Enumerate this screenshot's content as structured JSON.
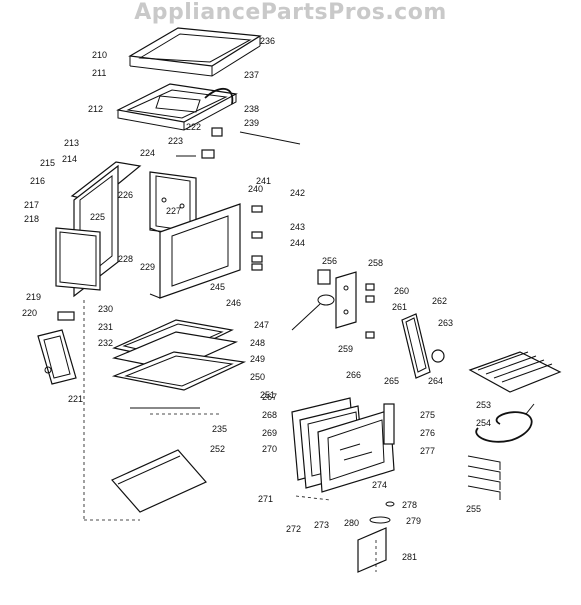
{
  "watermark": "AppliancePartsPros.com",
  "diagram": {
    "parts": [
      {
        "label": "210"
      },
      {
        "label": "211"
      },
      {
        "label": "212"
      },
      {
        "label": "213"
      },
      {
        "label": "214"
      },
      {
        "label": "215"
      },
      {
        "label": "216"
      },
      {
        "label": "217"
      },
      {
        "label": "218"
      },
      {
        "label": "219"
      },
      {
        "label": "220"
      },
      {
        "label": "221"
      },
      {
        "label": "222"
      },
      {
        "label": "223"
      },
      {
        "label": "224"
      },
      {
        "label": "225"
      },
      {
        "label": "226"
      },
      {
        "label": "227"
      },
      {
        "label": "228"
      },
      {
        "label": "229"
      },
      {
        "label": "230"
      },
      {
        "label": "231"
      },
      {
        "label": "232"
      },
      {
        "label": "235"
      },
      {
        "label": "236"
      },
      {
        "label": "237"
      },
      {
        "label": "238"
      },
      {
        "label": "239"
      },
      {
        "label": "240"
      },
      {
        "label": "241"
      },
      {
        "label": "242"
      },
      {
        "label": "243"
      },
      {
        "label": "244"
      },
      {
        "label": "245"
      },
      {
        "label": "246"
      },
      {
        "label": "247"
      },
      {
        "label": "248"
      },
      {
        "label": "249"
      },
      {
        "label": "250"
      },
      {
        "label": "251"
      },
      {
        "label": "252"
      },
      {
        "label": "253"
      },
      {
        "label": "254"
      },
      {
        "label": "255"
      },
      {
        "label": "256"
      },
      {
        "label": "258"
      },
      {
        "label": "259"
      },
      {
        "label": "260"
      },
      {
        "label": "261"
      },
      {
        "label": "262"
      },
      {
        "label": "263"
      },
      {
        "label": "264"
      },
      {
        "label": "265"
      },
      {
        "label": "266"
      },
      {
        "label": "267"
      },
      {
        "label": "268"
      },
      {
        "label": "269"
      },
      {
        "label": "270"
      },
      {
        "label": "271"
      },
      {
        "label": "272"
      },
      {
        "label": "273"
      },
      {
        "label": "274"
      },
      {
        "label": "275"
      },
      {
        "label": "276"
      },
      {
        "label": "277"
      },
      {
        "label": "278"
      },
      {
        "label": "279"
      },
      {
        "label": "280"
      },
      {
        "label": "281"
      }
    ]
  }
}
